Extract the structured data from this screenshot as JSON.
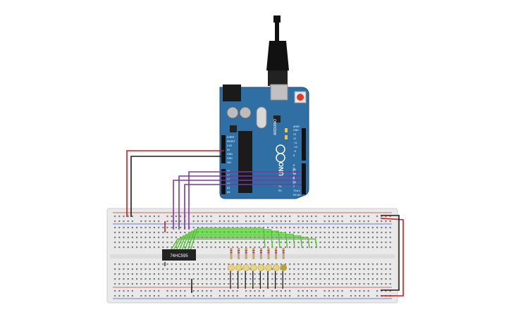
{
  "board": {
    "brand_text": "ARDUINO",
    "model_text": "UNO",
    "aref_label": "AREF",
    "gnd_label": "GND",
    "digital_label": "DIGITAL (PWM ~)",
    "power_label": "POWER",
    "analog_label": "ANALOG IN",
    "tx_label": "TX",
    "rx_label": "RX",
    "pin_labels_right": [
      "13",
      "12",
      "~11",
      "~10",
      "~9",
      "8",
      "7",
      "~6",
      "~5",
      "4",
      "~3",
      "2",
      "TX►1",
      "RX◄0"
    ],
    "pin_labels_left": [
      "IOREF",
      "RESET",
      "3.3V",
      "5V",
      "GND",
      "GND",
      "VIN",
      "A0",
      "A1",
      "A2",
      "A3",
      "A4",
      "A5"
    ],
    "board_color": "#2f6fa3"
  },
  "chip": {
    "label": "74HC595",
    "color": "#222222"
  },
  "wires": {
    "power_color": "#d21b1b",
    "ground_color": "#1a1a1a",
    "data_color": "#7a3a9c",
    "led_link_color": "#57c13a"
  },
  "led_count": 8,
  "breadboard_color": "#e9e9e9"
}
